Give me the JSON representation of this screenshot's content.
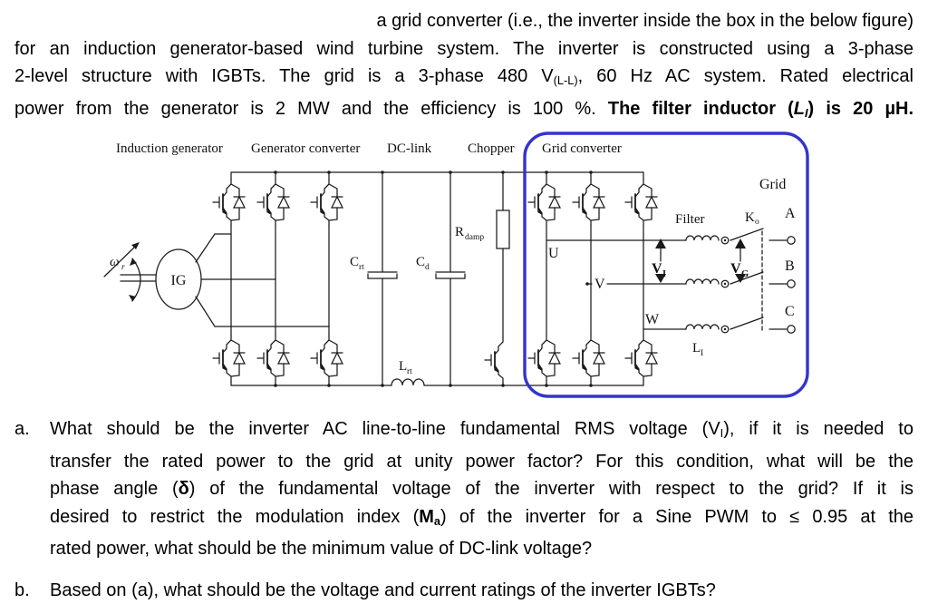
{
  "intro": {
    "l1": "a grid converter (i.e., the inverter inside the box in the below figure)",
    "l2": "for an induction generator-based wind turbine system. The inverter is constructed using a 3-phase",
    "l3a": "2-level structure with IGBTs. The grid is a 3-phase 480 V",
    "l3sub": "(L-L)",
    "l3b": ", 60 Hz AC system. Rated electrical",
    "l4a": "power from the generator is 2 MW and the efficiency is 100 %. ",
    "l4b": "The filter inductor (",
    "l4var": "L",
    "l4varsub": "I",
    "l4c": ") is 20 µH."
  },
  "questions": {
    "a_label": "a.",
    "b_label": "b.",
    "a1a": "What should be the inverter AC line-to-line fundamental RMS voltage (V",
    "a1sub": "I",
    "a1b": "), if it is needed to",
    "a2": "transfer the rated power to the grid at unity power factor? For this condition, what will be the",
    "a3a": "phase angle (",
    "a3delta": "δ",
    "a3b": ") of the fundamental voltage of the inverter with respect to the grid? If it is",
    "a4a": "desired to restrict the modulation index (",
    "a4M": "M",
    "a4Msub": "a",
    "a4b": ") of the inverter for a Sine PWM to ≤ 0.95 at the",
    "a5": "rated power, what should be the minimum value of DC-link voltage?",
    "b1": "Based on (a), what should be the voltage and current ratings of the inverter IGBTs?"
  },
  "diagram": {
    "headers": {
      "induction_generator": "Induction generator",
      "generator_converter": "Generator converter",
      "dc_link": "DC-link",
      "chopper": "Chopper",
      "grid_converter": "Grid converter"
    },
    "grid_label": "Grid",
    "filter_label": "Filter",
    "switch_label": "K",
    "switch_sub": "o",
    "phase_a": "A",
    "phase_b": "B",
    "phase_c": "C",
    "out_u": "U",
    "out_v": "V",
    "out_w": "W",
    "v_inv": "V",
    "v_inv_sub": "I",
    "v_grid": "V",
    "v_grid_sub": "G",
    "l_filter": "L",
    "l_filter_sub": "I",
    "r_damp": "R",
    "r_damp_sub": "damp",
    "cap1": "C",
    "cap1_sub": "rt",
    "cap2": "C",
    "cap2_sub": "d",
    "l_dc": "L",
    "l_dc_sub": "rt",
    "machine": "IG",
    "omega": "ω",
    "omega_sub": "r",
    "colors": {
      "box_blue": "#3434cb",
      "stroke": "#1a1a1a"
    }
  }
}
